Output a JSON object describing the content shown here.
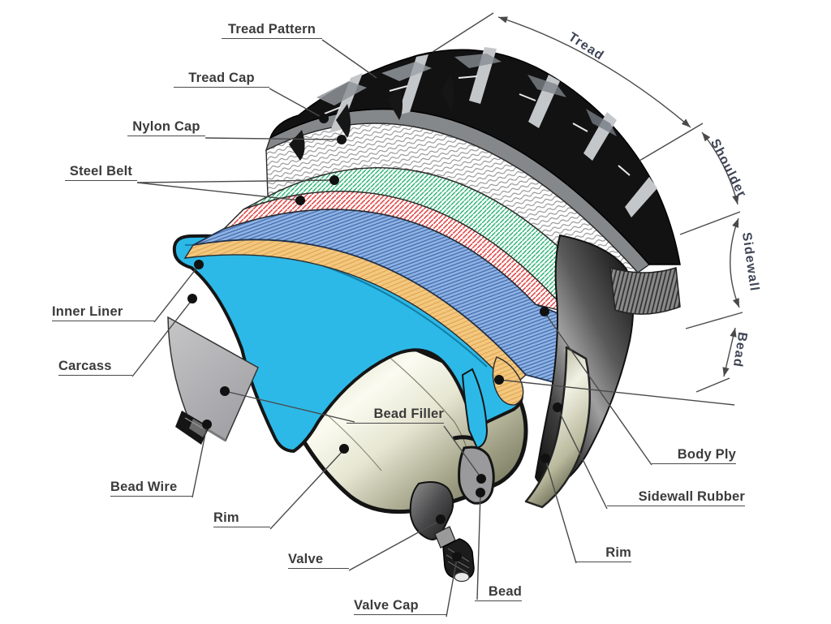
{
  "diagram": {
    "part_labels": [
      {
        "id": "tread-pattern",
        "text": "Tread Pattern"
      },
      {
        "id": "tread-cap",
        "text": "Tread Cap"
      },
      {
        "id": "nylon-cap",
        "text": "Nylon Cap"
      },
      {
        "id": "steel-belt",
        "text": "Steel Belt"
      },
      {
        "id": "inner-liner",
        "text": "Inner Liner"
      },
      {
        "id": "carcass",
        "text": "Carcass"
      },
      {
        "id": "bead-wire",
        "text": "Bead Wire"
      },
      {
        "id": "rim-left",
        "text": "Rim"
      },
      {
        "id": "valve",
        "text": "Valve"
      },
      {
        "id": "valve-cap",
        "text": "Valve Cap"
      },
      {
        "id": "bead-filler",
        "text": "Bead Filler"
      },
      {
        "id": "body-ply",
        "text": "Body Ply"
      },
      {
        "id": "sidewall-rubber",
        "text": "Sidewall Rubber"
      },
      {
        "id": "rim-right",
        "text": "Rim"
      },
      {
        "id": "bead",
        "text": "Bead"
      }
    ],
    "dimension_labels": [
      {
        "id": "tread",
        "text": "Tread"
      },
      {
        "id": "shoulder",
        "text": "Shoulder"
      },
      {
        "id": "sidewall",
        "text": "Sidewall"
      },
      {
        "id": "bead",
        "text": "Bead"
      }
    ],
    "colors": {
      "inner_liner_cyan": "#2cb9e8",
      "bead_filler_orange": "#f3c77e",
      "body_ply_blue": "#8fb3e2",
      "steel_belt_red": "#e14b4b",
      "steel_belt_green": "#2db474",
      "nylon_cap_gray": "#8e8e8e",
      "tread_cap_gray": "#85888b",
      "rim_beige": "#d8d8c0",
      "label_text": "#3b3b3b",
      "dimension_text": "#3e4456",
      "line": "#4a4a4a"
    }
  }
}
